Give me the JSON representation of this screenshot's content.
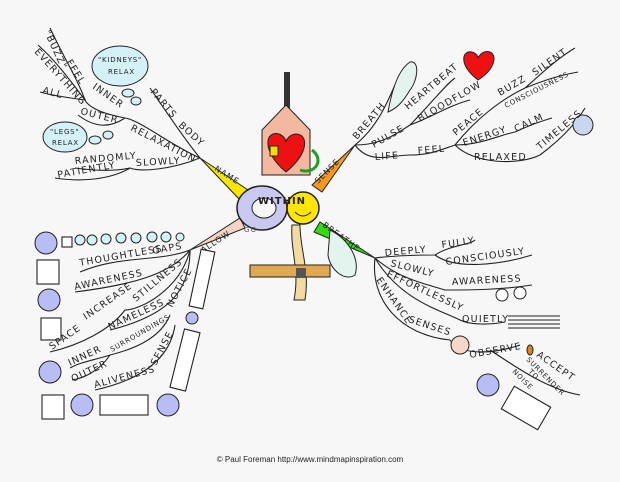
{
  "center": {
    "title_top": "WITHIN",
    "title_main": "GO"
  },
  "branches": {
    "name": {
      "label": "NAME",
      "color": "#f4e800",
      "words": [
        "\"BUZZ\"",
        "FEEL",
        "EVERYTHING",
        "ALL",
        "INNER",
        "OUTER",
        "PARTS",
        "BODY",
        "RELAXATION",
        "RANDOMLY",
        "SLOWLY",
        "PATIENTLY"
      ],
      "clouds": [
        {
          "title": "\"KIDNEYS\"",
          "text": "RELAX"
        },
        {
          "title": "\"LEGS\"",
          "text": "RELAX"
        }
      ]
    },
    "sense": {
      "label": "SENSE",
      "color": "#f39a1e",
      "words": [
        "BREATH",
        "PULSE",
        "HEARTBEAT",
        "BLOODFLOW",
        "LIFE",
        "FEEL",
        "PEACE",
        "BUZZ",
        "SILENT",
        "CONSCIOUSNESS",
        "ENERGY",
        "CALM",
        "RELAXED",
        "TIMELESS"
      ]
    },
    "breathe": {
      "label": "BREATHE",
      "color": "#33dd11",
      "words": [
        "DEEPLY",
        "FULLY",
        "CONSCIOUSLY",
        "SLOWLY",
        "AWARENESS",
        "EFFORTLESSLY",
        "QUIETLY",
        "ENHANCE",
        "SENSES",
        "OBSERVE",
        "ACCEPT",
        "SURRENDER",
        "TO",
        "NOISE"
      ]
    },
    "allow": {
      "label": "ALLOW",
      "color": "#f6d3c4",
      "words": [
        "THOUGHTLESS",
        "GAPS",
        "AWARENESS",
        "INCREASE",
        "STILLNESS",
        "SPACE",
        "NAMELESS",
        "NOTICE",
        "INNER",
        "OUTER",
        "SURROUNDINGS",
        "ALIVENESS",
        "SENSE"
      ]
    }
  },
  "footer": "© Paul Foreman http://www.mindmapinspiration.com"
}
